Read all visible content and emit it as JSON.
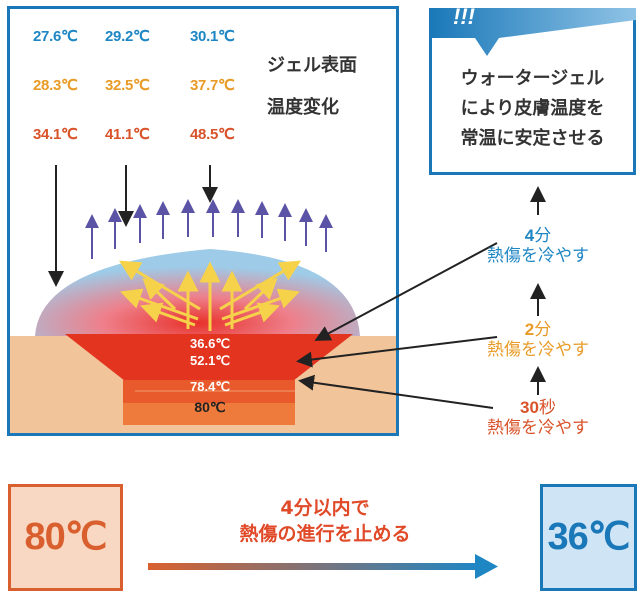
{
  "gel_temps": {
    "row1": [
      "27.6℃",
      "29.2℃",
      "30.1℃"
    ],
    "row2": [
      "28.3℃",
      "32.5℃",
      "37.7℃"
    ],
    "row3": [
      "34.1℃",
      "41.1℃",
      "48.5℃"
    ]
  },
  "gel_label": [
    "ジェル表面",
    "温度変化"
  ],
  "layers": {
    "top": "36.6℃",
    "second": "52.1℃",
    "third": "78.4℃",
    "bottom": "80℃"
  },
  "callout": {
    "badge": "!!!",
    "lines": [
      "ウォータージェル",
      "により皮膚温度を",
      "常温に安定させる"
    ]
  },
  "steps": {
    "four": {
      "num": "4",
      "unit": "分",
      "text": "熱傷を冷やす"
    },
    "two": {
      "num": "2",
      "unit": "分",
      "text": "熱傷を冷やす"
    },
    "thirty": {
      "num": "30",
      "unit": "秒",
      "text": "熱傷を冷やす"
    }
  },
  "bottom": {
    "start_temp": "80℃",
    "end_temp": "36℃",
    "caption": [
      "4分以内で",
      "熱傷の進行を止める"
    ]
  },
  "colors": {
    "blue": "#1a78b8",
    "orange": "#e99b27",
    "red": "#d9532a"
  }
}
